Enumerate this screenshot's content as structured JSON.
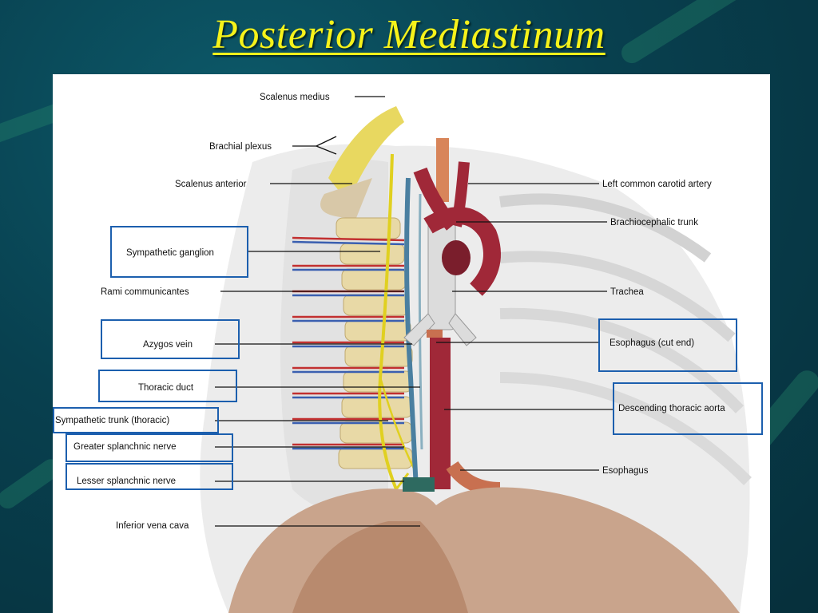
{
  "slide": {
    "title": "Posterior Mediastinum"
  },
  "diagram": {
    "labels_left": {
      "scalenus_medius": "Scalenus medius",
      "brachial_plexus": "Brachial plexus",
      "scalenus_anterior": "Scalenus anterior",
      "sympathetic_ganglion": "Sympathetic ganglion",
      "rami_communicantes": "Rami communicantes",
      "azygos_vein": "Azygos vein",
      "thoracic_duct": "Thoracic duct",
      "sympathetic_trunk": "Sympathetic trunk (thoracic)",
      "greater_splanchnic": "Greater splanchnic nerve",
      "lesser_splanchnic": "Lesser splanchnic nerve",
      "inferior_vena_cava": "Inferior vena cava"
    },
    "labels_right": {
      "left_common_carotid": "Left common carotid artery",
      "brachiocephalic_trunk": "Brachiocephalic trunk",
      "trachea": "Trachea",
      "esophagus_cut_end": "Esophagus (cut end)",
      "descending_thoracic_aorta": "Descending thoracic aorta",
      "esophagus": "Esophagus"
    },
    "highlight_color": "#1c5fae"
  }
}
